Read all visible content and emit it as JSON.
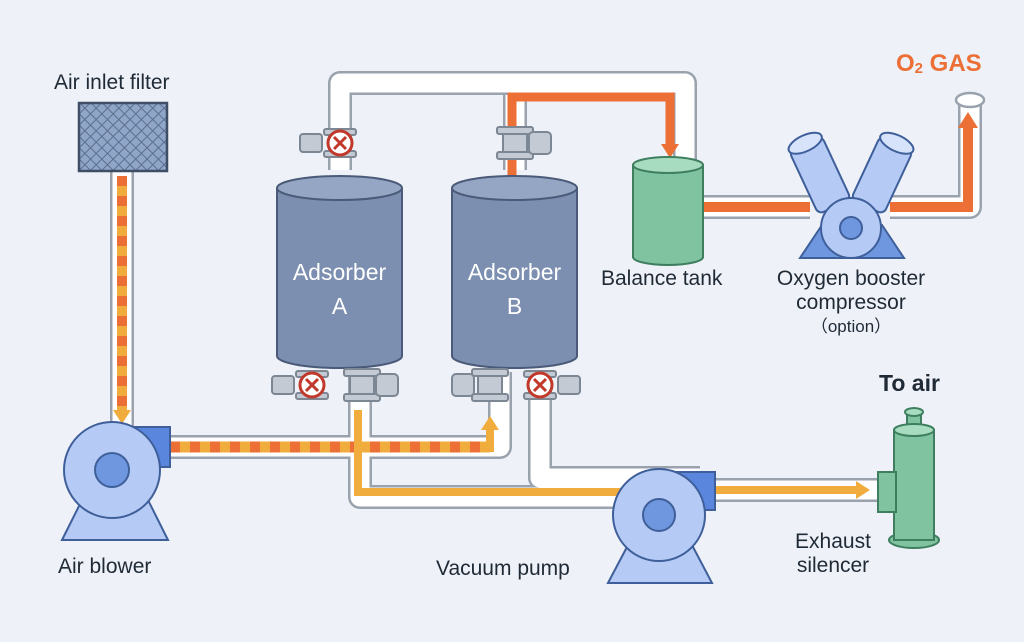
{
  "labels": {
    "air_inlet_filter": "Air inlet filter",
    "adsorber_a_line1": "Adsorber",
    "adsorber_a_line2": "A",
    "adsorber_b_line1": "Adsorber",
    "adsorber_b_line2": "B",
    "balance_tank": "Balance tank",
    "booster_line1": "Oxygen booster",
    "booster_line2": "compressor",
    "booster_note": "（option）",
    "o2_gas_prefix": "O",
    "o2_gas_sub": "2",
    "o2_gas_suffix": " GAS",
    "to_air": "To air",
    "air_blower": "Air blower",
    "vacuum_pump": "Vacuum pump",
    "exhaust_line1": "Exhaust",
    "exhaust_line2": "silencer"
  },
  "colors": {
    "background": "#eef1f7",
    "vessel": "#7c8fb0",
    "pipe_outline": "#99a2ad",
    "pipe_fill": "#ffffff",
    "oxygen_flow": "#ec6f36",
    "air_flow": "#f0ad3e",
    "tank": "#7fc3a1",
    "blower": "#b5cbf5",
    "valve_open": "#c3cad3",
    "valve_closed": "#d53c2f"
  }
}
